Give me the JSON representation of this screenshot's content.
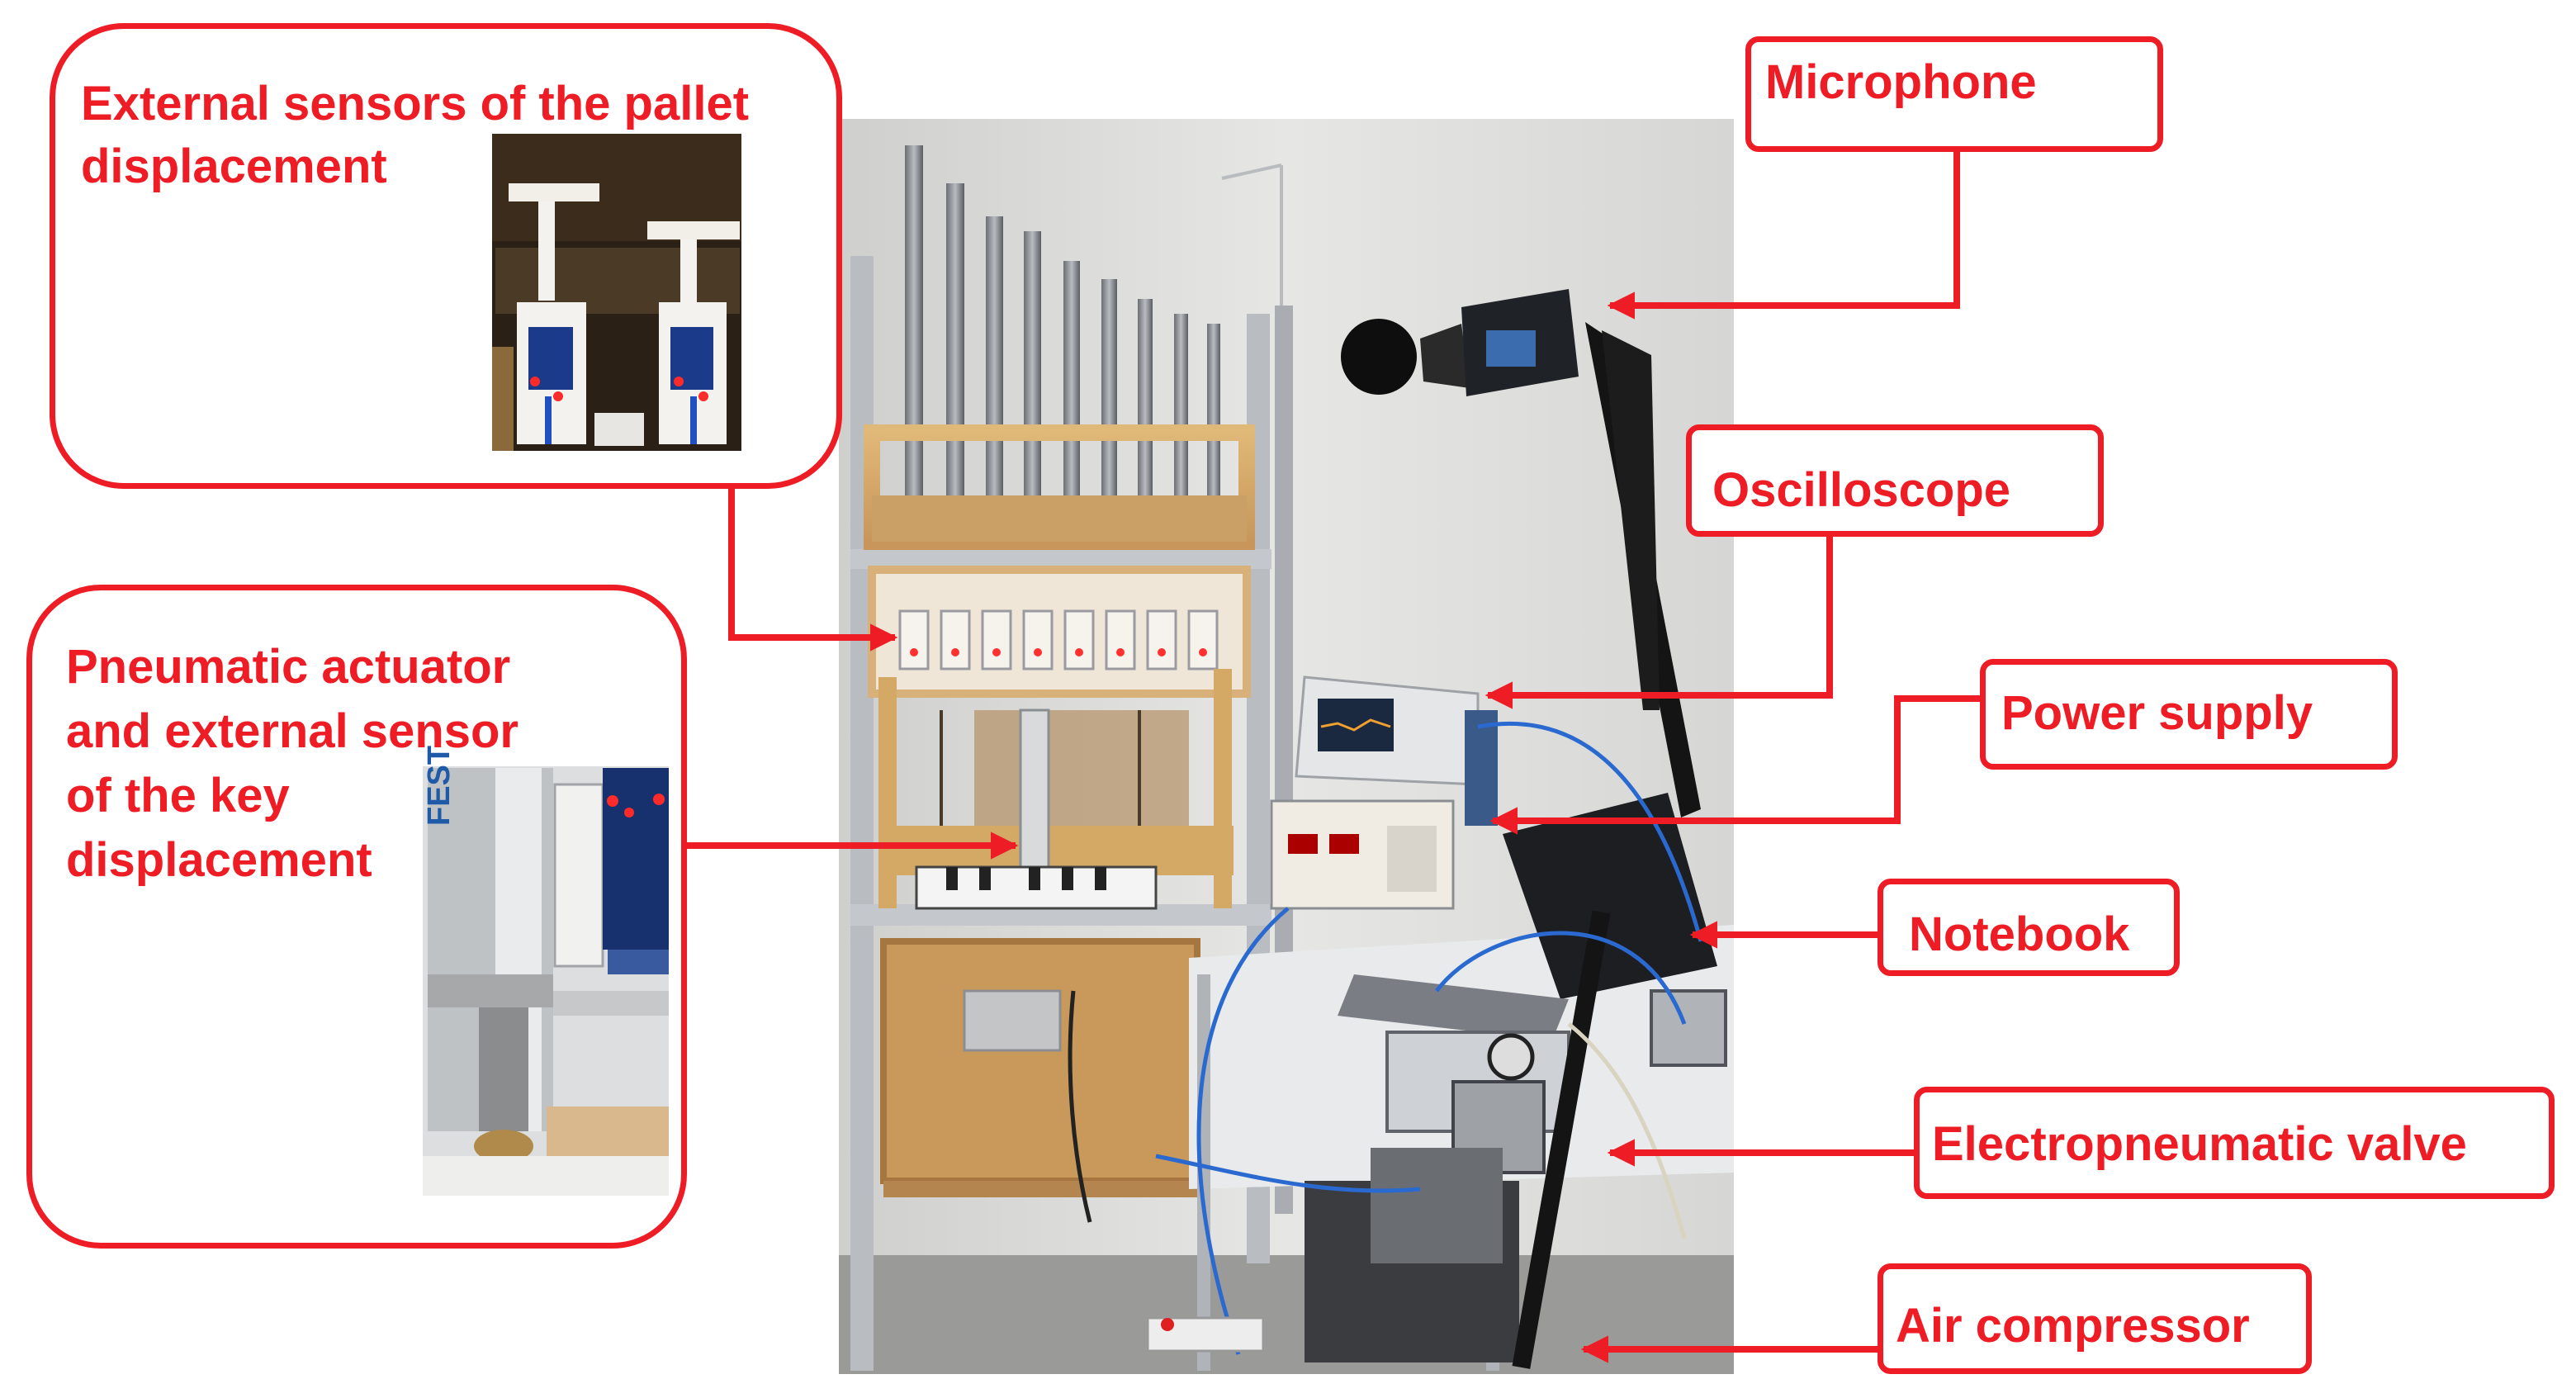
{
  "labels": {
    "pallet_sensors": "External sensors of the pallet displacement",
    "pallet_line1": "External sensors of the pallet",
    "pallet_line2": "displacement",
    "actuator_line1": "Pneumatic actuator",
    "actuator_line2": "and external sensor",
    "actuator_line3": "of the key",
    "actuator_line4": "displacement",
    "microphone": "Microphone",
    "oscilloscope": "Oscilloscope",
    "power_supply": "Power supply",
    "notebook": "Notebook",
    "valve": "Electropneumatic valve",
    "compressor": "Air compressor"
  },
  "inset_text": {
    "festo": "FEST"
  },
  "colors": {
    "accent": "#ee1c24",
    "frame": "#c8ccd0",
    "wood": "#d4a865",
    "wall": "#dcdcda"
  }
}
